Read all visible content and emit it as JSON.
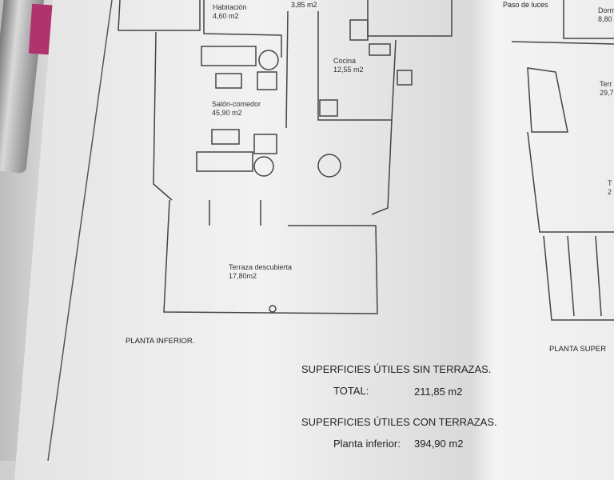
{
  "rooms": {
    "habitacion": {
      "name": "Habitación",
      "area": "4,60 m2"
    },
    "partial_top": {
      "area": "3,85 m2"
    },
    "cocina": {
      "name": "Cocina",
      "area": "12,55 m2"
    },
    "salon": {
      "name": "Salón-comedor",
      "area": "45,90 m2"
    },
    "terraza": {
      "name": "Terraza descubierta",
      "area": "17,80m2"
    },
    "paso_luces": {
      "name": "Paso de luces"
    },
    "dorm": {
      "name": "Dorm",
      "area": "8,80"
    },
    "terr_upper": {
      "name": "Terr",
      "area": "29,7"
    },
    "t_upper": {
      "name": "T",
      "area": "2"
    }
  },
  "plans": {
    "lower": "PLANTA INFERIOR.",
    "upper": "PLANTA SUPER"
  },
  "summary": {
    "without_terraces": "SUPERFICIES ÚTILES SIN TERRAZAS.",
    "total_label": "TOTAL:",
    "total_value": "211,85 m2",
    "with_terraces": "SUPERFICIES ÚTILES CON TERRAZAS.",
    "lower_label": "Planta inferior:",
    "lower_value": "394,90 m2"
  }
}
